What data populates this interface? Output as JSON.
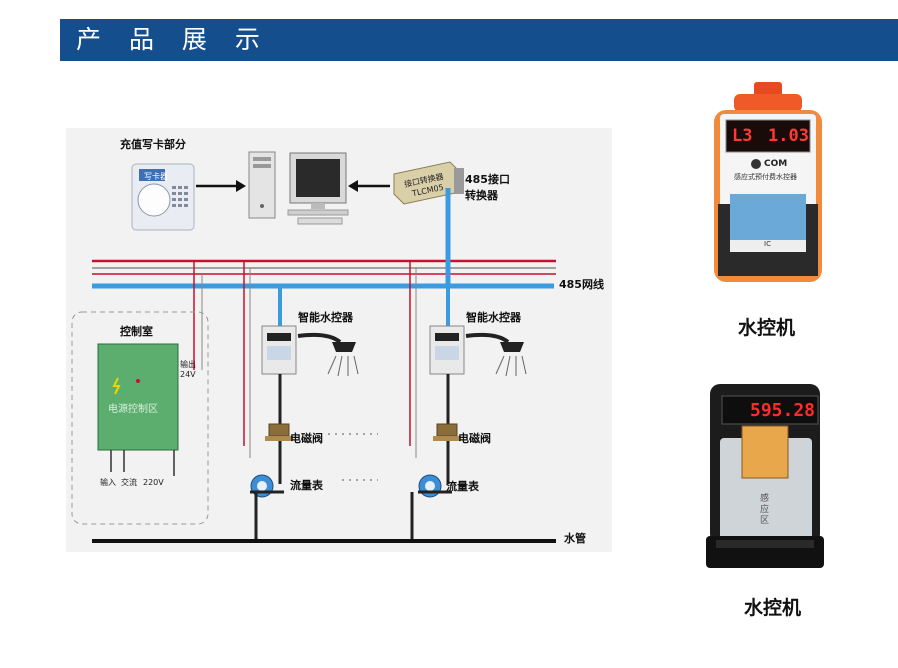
{
  "header": {
    "title": "产 品 展 示",
    "bg_color": "#144e8d"
  },
  "diagram": {
    "card_section_label": "充值写卡部分",
    "converter_label_line1": "485接口",
    "converter_label_line2": "转换器",
    "converter_device_text_1": "接口转换器",
    "converter_device_text_2": "TLCM05",
    "card_reader_text": "写卡器",
    "bus_label": "485网线",
    "control_room_label": "控制室",
    "power_panel_label": "电源控制区",
    "output_label_1": "输出",
    "output_label_2": "24V",
    "input_label": "输入",
    "ac_label": "交流",
    "voltage_label": "220V",
    "controller_label_1": "智能水控器",
    "controller_label_2": "智能水控器",
    "valve_label": "电磁阀",
    "meter_label": "流量表",
    "pipe_label": "水管",
    "colors": {
      "bus_blue": "#3a9be0",
      "wire_red": "#c8102e",
      "panel_green": "#5cae6e"
    }
  },
  "products": [
    {
      "name": "水控机",
      "display_left": "L3",
      "display_right": "1.03",
      "brand": "COM",
      "subtitle": "感应式预付费水控器",
      "card_text": "IC"
    },
    {
      "name": "水控机",
      "display": "595.28",
      "badge": "感应区"
    }
  ]
}
